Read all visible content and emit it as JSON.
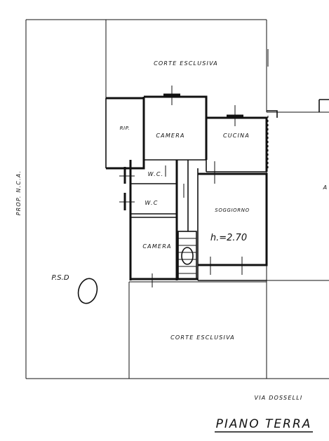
{
  "rooms": {
    "corte_top": "CORTE ESCLUSIVA",
    "ripostiglio": "RIP.",
    "camera_top": "CAMERA",
    "cucina": "CUCINA",
    "wc_1": "W.C.",
    "wc_2": "W.C",
    "soggiorno": "SOGGIORNO",
    "altezza": "h.=2.70",
    "camera_bottom": "CAMERA",
    "corte_bottom": "CORTE ESCLUSIVA"
  },
  "labels": {
    "prop_left": "PROP. N.C.A.",
    "psd": "P.S.D",
    "right_edge": "A",
    "street": "VIA DOSSELLI",
    "title": "PIANO TERRA"
  }
}
